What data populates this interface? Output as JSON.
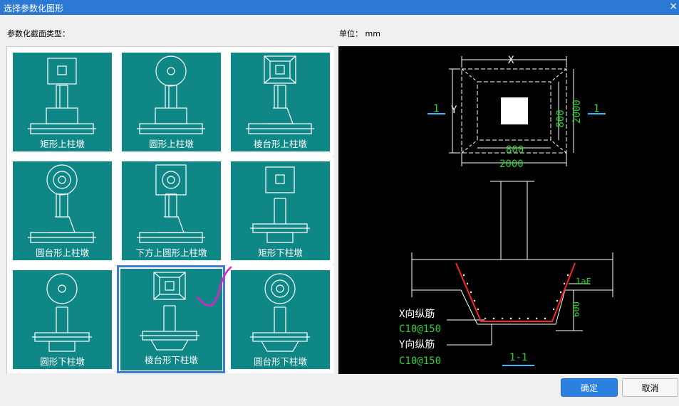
{
  "window": {
    "title": "选择参数化图形",
    "close_glyph": "×"
  },
  "labels": {
    "section_type": "参数化截面类型：",
    "unit": "单位：  mm"
  },
  "options": [
    {
      "label": "矩形上柱墩",
      "col": 0,
      "row": 0,
      "top": "rect",
      "bottom": "rect-up",
      "selected": false
    },
    {
      "label": "圆形上柱墩",
      "col": 1,
      "row": 0,
      "top": "circle",
      "bottom": "rect-up",
      "selected": false
    },
    {
      "label": "棱台形上柱墩",
      "col": 2,
      "row": 0,
      "top": "frustum",
      "bottom": "trap-up",
      "selected": false
    },
    {
      "label": "圆台形上柱墩",
      "col": 0,
      "row": 1,
      "top": "ring",
      "bottom": "trap-up",
      "selected": false
    },
    {
      "label": "下方上圆形上柱墩",
      "col": 1,
      "row": 1,
      "top": "sq-circle",
      "bottom": "trap-up",
      "selected": false
    },
    {
      "label": "矩形下柱墩",
      "col": 2,
      "row": 1,
      "top": "rect",
      "bottom": "rect-down",
      "selected": false
    },
    {
      "label": "圆形下柱墩",
      "col": 0,
      "row": 2,
      "top": "circle",
      "bottom": "rect-down",
      "selected": false
    },
    {
      "label": "棱台形下柱墩",
      "col": 1,
      "row": 2,
      "top": "frustum",
      "bottom": "trap-down",
      "selected": true
    },
    {
      "label": "圆台形下柱墩",
      "col": 2,
      "row": 2,
      "top": "ring",
      "bottom": "trap-down",
      "selected": false
    }
  ],
  "preview": {
    "dim_x": "X",
    "dim_y": "Y",
    "dim_800_h": "800",
    "dim_2000_h": "2000",
    "dim_800_v": "800",
    "dim_2000_v": "2000",
    "section_mark_left": "1",
    "section_mark_right": "1",
    "dim_lae": "1aE",
    "dim_600": "600",
    "x_rebar_label": "X向纵筋",
    "x_rebar_value": "C10@150",
    "y_rebar_label": "Y向纵筋",
    "y_rebar_value": "C10@150",
    "section_title": "1-1",
    "colors": {
      "line": "#ffffff",
      "dim_text": "#2fd12f",
      "section_mark": "#37b8ff",
      "rebar": "#ff2424"
    }
  },
  "buttons": {
    "ok": "确定",
    "cancel": "取消"
  },
  "annotation": {
    "checkmark_color": "#e020c8"
  }
}
